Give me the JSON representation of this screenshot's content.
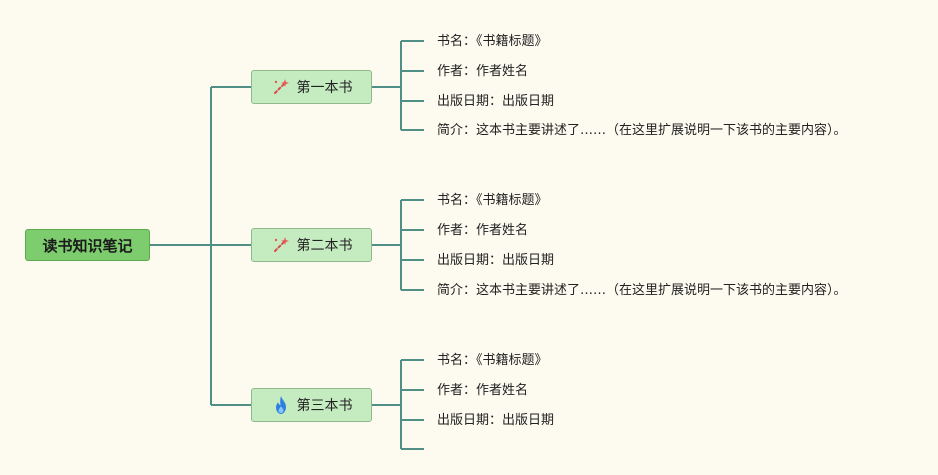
{
  "root": {
    "label": "读书知识笔记"
  },
  "branches": [
    {
      "label": "第一本书",
      "icon": "magic-wand-icon",
      "items": [
        {
          "key": "书名",
          "value": "《书籍标题》"
        },
        {
          "key": "作者",
          "value": "作者姓名"
        },
        {
          "key": "出版日期",
          "value": "出版日期"
        },
        {
          "key": "简介",
          "value": "这本书主要讲述了……（在这里扩展说明一下该书的主要内容）。"
        }
      ]
    },
    {
      "label": "第二本书",
      "icon": "magic-wand-icon",
      "items": [
        {
          "key": "书名",
          "value": "《书籍标题》"
        },
        {
          "key": "作者",
          "value": "作者姓名"
        },
        {
          "key": "出版日期",
          "value": "出版日期"
        },
        {
          "key": "简介",
          "value": "这本书主要讲述了……（在这里扩展说明一下该书的主要内容）。"
        }
      ]
    },
    {
      "label": "第三本书",
      "icon": "fire-icon",
      "items": [
        {
          "key": "书名",
          "value": "《书籍标题》"
        },
        {
          "key": "作者",
          "value": "作者姓名"
        },
        {
          "key": "出版日期",
          "value": "出版日期"
        },
        {
          "key": "",
          "value": ""
        }
      ]
    }
  ],
  "colors": {
    "connector": "#4f8f86",
    "root_fill": "#7dcd6e",
    "branch_fill": "#c5ecc0",
    "background": "#fdfbf0"
  }
}
